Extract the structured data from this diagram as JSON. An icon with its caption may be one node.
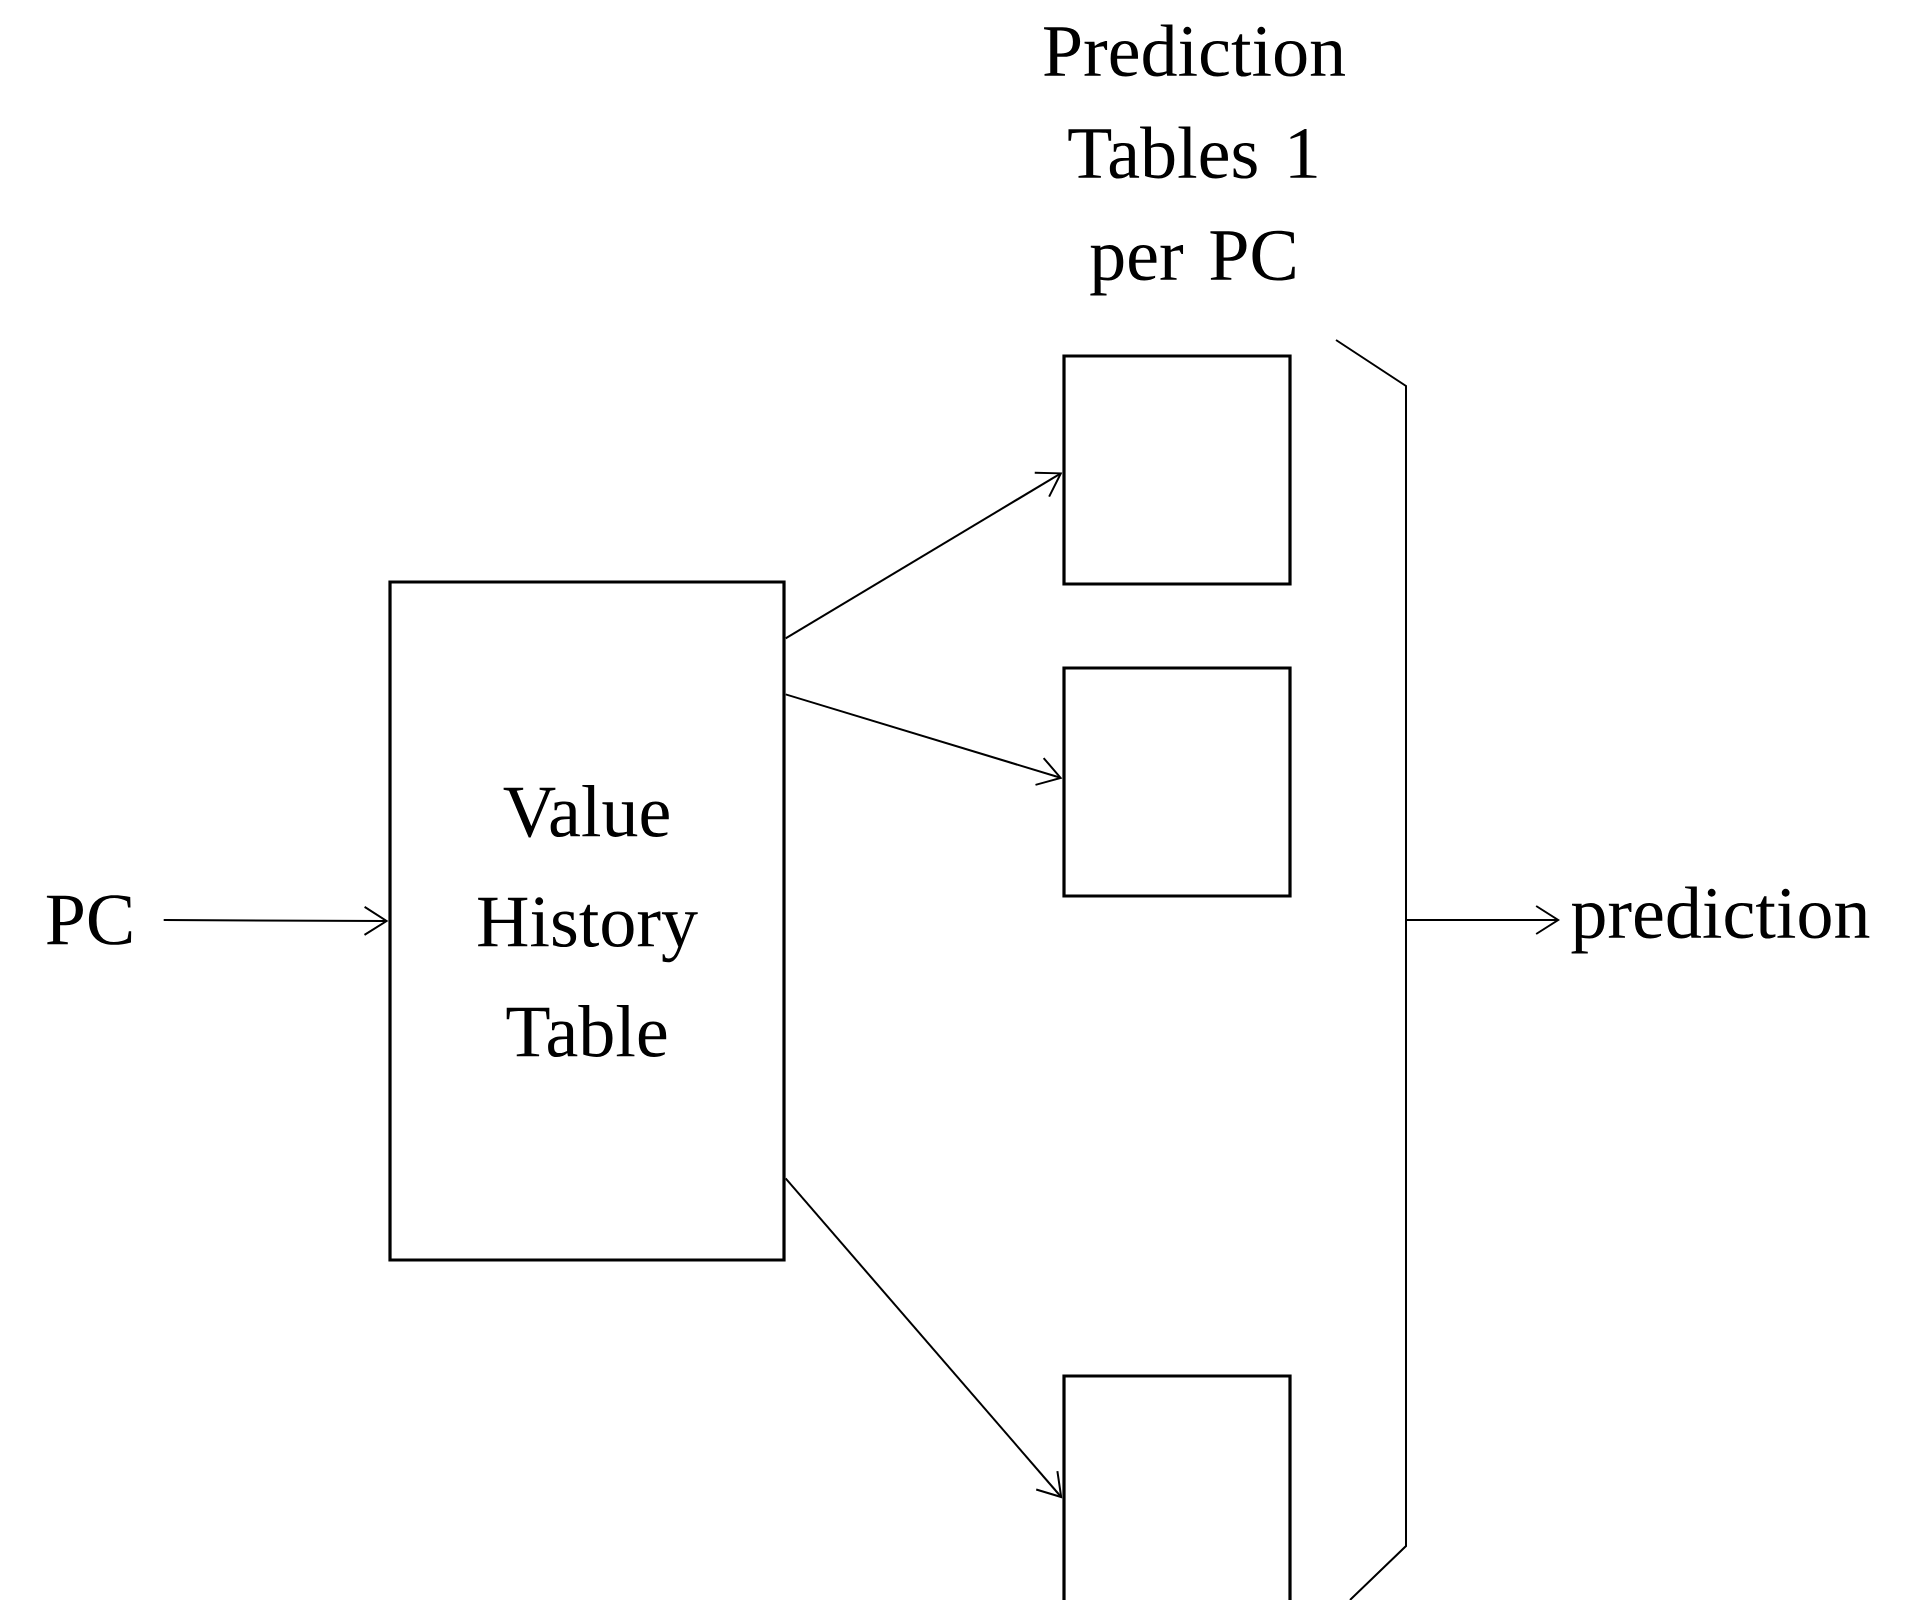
{
  "diagram": {
    "nodes": [
      {
        "text": [
          "PC"
        ]
      },
      {
        "text": [
          "Value History Table"
        ]
      },
      {
        "text": [],
        "shape": "box"
      },
      {
        "text": [],
        "shape": "box"
      },
      {
        "text": [],
        "shape": "box"
      },
      {
        "text": [],
        "shape": "bracket"
      },
      {
        "text": [
          "prediction"
        ]
      }
    ],
    "edges": [
      {
        "from": 0,
        "to": 1,
        "arrow": "to"
      },
      {
        "from": 1,
        "to": 2,
        "arrow": "to"
      },
      {
        "from": 1,
        "to": 3,
        "arrow": "to"
      },
      {
        "from": 1,
        "to": 4,
        "arrow": "to"
      },
      {
        "from": 5,
        "to": 6,
        "arrow": "to"
      }
    ],
    "labels": [
      "Prediction Tables 1 per PC"
    ]
  }
}
